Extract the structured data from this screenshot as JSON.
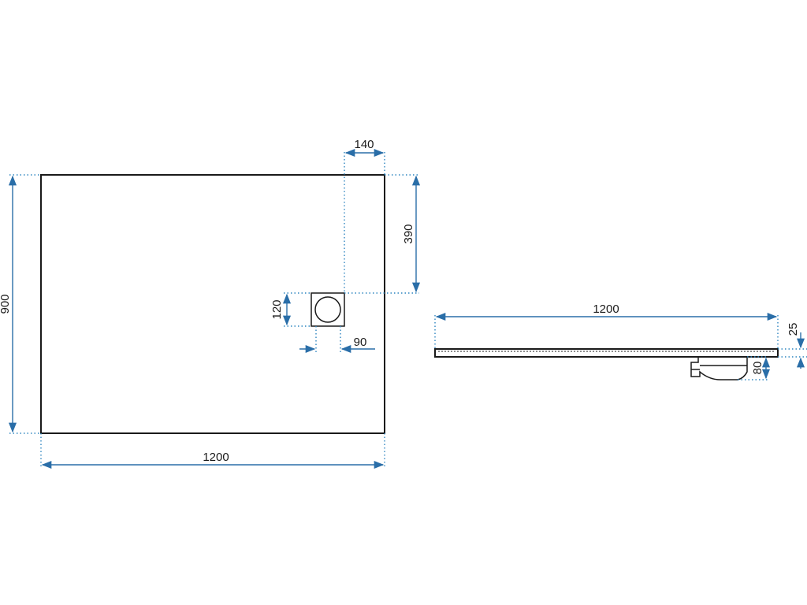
{
  "plan_view": {
    "width_label": "1200",
    "depth_label": "900",
    "drain_offset_x_label": "140",
    "drain_offset_y_label": "390",
    "drain_size_label": "120",
    "drain_hole_label": "90"
  },
  "side_view": {
    "length_label": "1200",
    "thickness_label": "25",
    "drain_height_label": "80"
  },
  "colors": {
    "outline": "#1a1a1a",
    "dimension": "#2a6ea8",
    "guide": "#2f86c0"
  }
}
